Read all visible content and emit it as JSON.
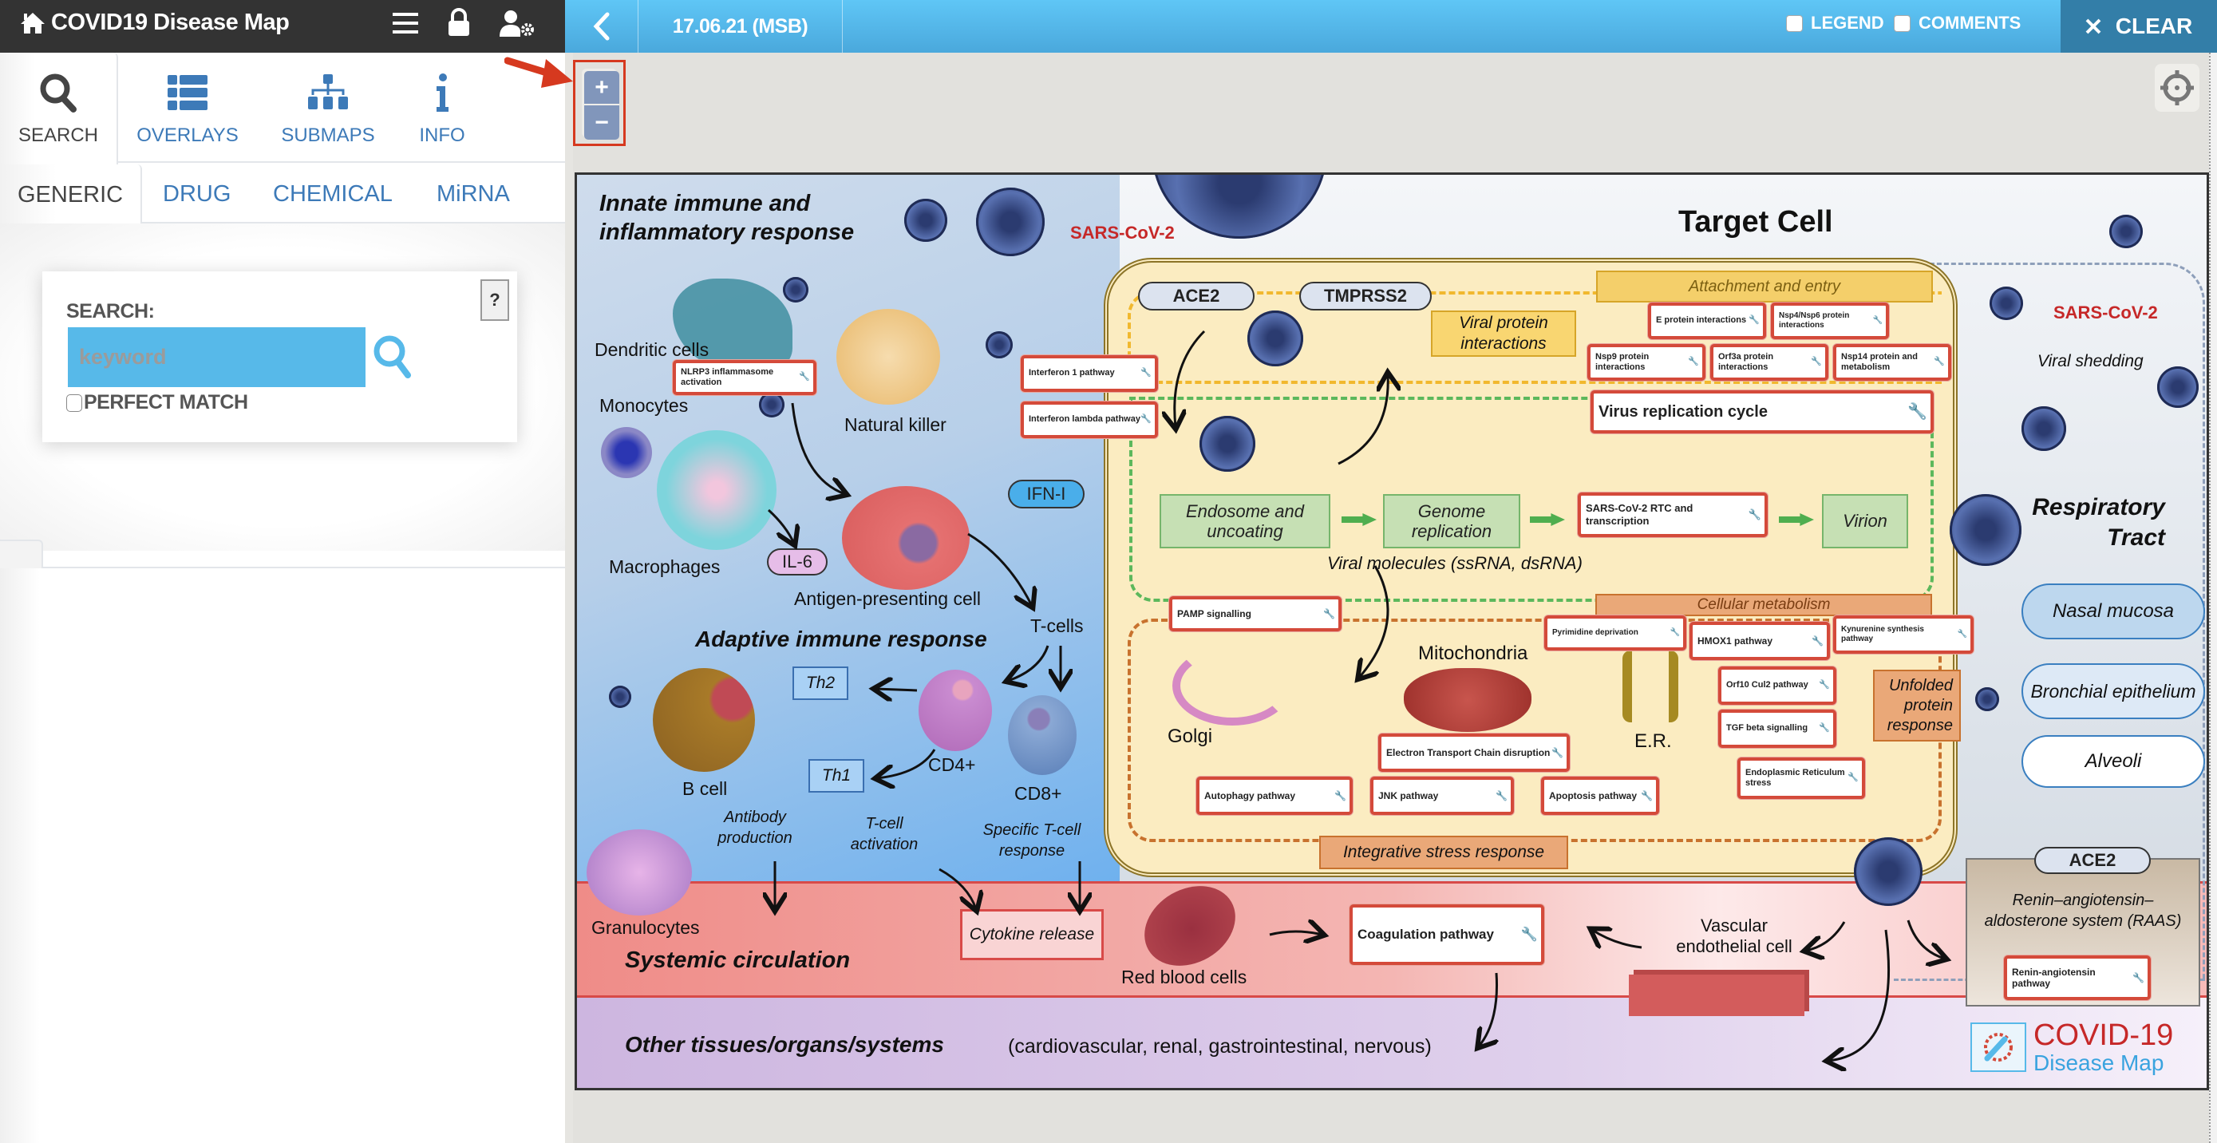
{
  "header": {
    "app_title": "COVID19 Disease Map",
    "icons": [
      "home-icon",
      "menu-icon",
      "lock-icon",
      "user-settings-icon"
    ],
    "back_icon": "chevron-left-icon",
    "map_version": "17.06.21 (MSB)",
    "legend_label": "LEGEND",
    "legend_checked": false,
    "comments_label": "COMMENTS",
    "comments_checked": false,
    "clear_label": "CLEAR",
    "clear_icon": "close-icon"
  },
  "colors": {
    "header_dark": "#333333",
    "header_blue": "#5fc6f6",
    "clear_button": "#337ea8",
    "link_blue": "#3d7ab8",
    "search_input": "#57b9e9",
    "zoom_button": "#8196bb",
    "annotation_red": "#d6391f",
    "pathway_border": "#d44a3a"
  },
  "sidebar": {
    "panel_tabs": [
      {
        "label": "SEARCH",
        "icon": "search-icon",
        "active": true
      },
      {
        "label": "OVERLAYS",
        "icon": "list-icon",
        "active": false
      },
      {
        "label": "SUBMAPS",
        "icon": "sitemap-icon",
        "active": false
      },
      {
        "label": "INFO",
        "icon": "info-icon",
        "active": false
      }
    ],
    "search_tabs": [
      {
        "label": "GENERIC",
        "active": true
      },
      {
        "label": "DRUG",
        "active": false
      },
      {
        "label": "CHEMICAL",
        "active": false
      },
      {
        "label": "MiRNA",
        "active": false
      }
    ],
    "search": {
      "label": "SEARCH:",
      "help": "?",
      "placeholder": "keyword",
      "value": "",
      "perfect_match_label": "PERFECT MATCH",
      "perfect_match_checked": false
    }
  },
  "map_controls": {
    "zoom_in": "+",
    "zoom_out": "−",
    "locate_icon": "crosshair-icon"
  },
  "diagram": {
    "sections": {
      "innate": "Innate immune and inflammatory response",
      "adaptive": "Adaptive immune response",
      "target_cell": "Target Cell",
      "respiratory": "Respiratory Tract",
      "systemic": "Systemic circulation",
      "other_tissues": "Other tissues/organs/systems",
      "other_tissues_detail": "(cardiovascular, renal, gastrointestinal, nervous)"
    },
    "virus_labels": [
      "SARS-CoV-2",
      "SARS-CoV-2"
    ],
    "viral_shedding": "Viral shedding",
    "cells": {
      "dendritic": "Dendritic cells",
      "monocytes": "Monocytes",
      "natural_killer": "Natural killer",
      "macrophages": "Macrophages",
      "apc": "Antigen-presenting cell",
      "tcells": "T-cells",
      "bcell": "B cell",
      "cd4": "CD4+",
      "cd8": "CD8+",
      "granulocytes": "Granulocytes",
      "rbc": "Red blood cells",
      "vascular": "Vascular endothelial cell"
    },
    "tags": {
      "il6": "IL-6",
      "ifn": "IFN-I",
      "th2": "Th2",
      "th1": "Th1",
      "ace2": "ACE2",
      "tmprss2": "TMPRSS2",
      "ace2_raas": "ACE2"
    },
    "notes": {
      "antibody": "Antibody production",
      "tcell_activation": "T-cell activation",
      "specific_tcell": "Specific T-cell response",
      "cytokine": "Cytokine release",
      "raas": "Renin–angiotensin–aldosterone system (RAAS)",
      "viral_molecules": "Viral  molecules (ssRNA, dsRNA)",
      "golgi": "Golgi",
      "mitochondria": "Mitochondria",
      "er": "E.R."
    },
    "respiratory_regions": [
      "Nasal mucosa",
      "Bronchial epithelium",
      "Alveoli"
    ],
    "stage_boxes": {
      "viral_protein": "Viral protein interactions",
      "attachment": "Attachment and entry",
      "endosome": "Endosome and uncoating",
      "genome": "Genome replication",
      "virion": "Virion",
      "cellular_metabolism": "Cellular metabolism",
      "unfolded": "Unfolded protein response",
      "integrative": "Integrative stress response"
    },
    "pathways": {
      "nlrp3": "NLRP3 inflammasome activation",
      "ifn1": "Interferon 1 pathway",
      "ifnl": "Interferon lambda pathway",
      "eprot": "E protein interactions",
      "nsp4": "Nsp4/Nsp6 protein interactions",
      "nsp9": "Nsp9 protein interactions",
      "orf3a": "Orf3a protein interactions",
      "nsp14": "Nsp14 protein and metabolism",
      "replication": "Virus replication cycle",
      "rtc": "SARS-CoV-2 RTC and transcription",
      "pamp": "PAMP signalling",
      "pyrimidine": "Pyrimidine deprivation",
      "hmox1": "HMOX1 pathway",
      "kynurenine": "Kynurenine synthesis pathway",
      "orf10": "Orf10 Cul2 pathway",
      "tgfb": "TGF beta signalling",
      "etc": "Electron Transport Chain disruption",
      "autophagy": "Autophagy pathway",
      "jnk": "JNK pathway",
      "apoptosis": "Apoptosis pathway",
      "er_stress": "Endoplasmic Reticulum stress",
      "coagulation": "Coagulation pathway",
      "renin": "Renin-angiotensin pathway"
    },
    "logo": {
      "line1": "COVID-19",
      "line2": "Disease Map"
    }
  }
}
